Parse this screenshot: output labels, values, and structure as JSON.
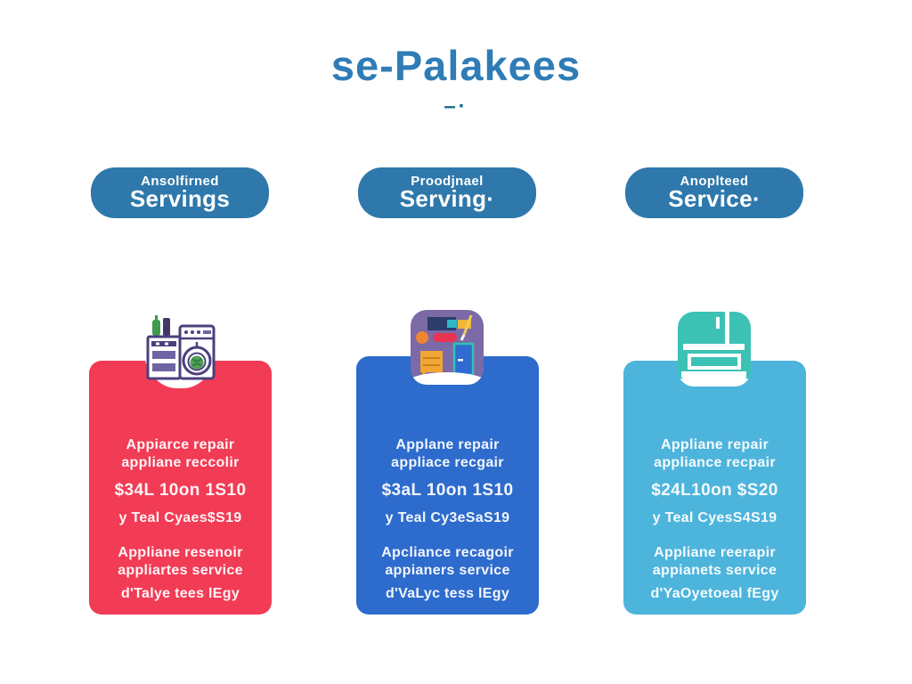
{
  "page": {
    "title": "se-Palakees",
    "divider": "–·"
  },
  "colors": {
    "title_text": "#2f7cb6",
    "divider_mark": "#1e6b90",
    "pill_bg": "#2e78ab",
    "pill_text": "#ffffff",
    "card_red": "#f23b55",
    "card_blue": "#2d6bcd",
    "card_lightblue": "#4db4dc",
    "icon_tile_purple": "#7b6aa5",
    "icon_tile_teal": "#3cc2b5",
    "icon_drawing_purple": "#4b3f7d"
  },
  "headers": [
    {
      "line1": "Ansolfirned",
      "line2": "Servings"
    },
    {
      "line1": "Proodjnael",
      "line2": "Serving·"
    },
    {
      "line1": "Anoplteed",
      "line2": "Service·"
    }
  ],
  "cards": [
    {
      "bg": "#f23b55",
      "icon": "stove-washer-appliances-icon",
      "line1": "Appiarce repair",
      "line2": "appliane reccolir",
      "price": "$34L 10on 1S10",
      "subprice": "y Teal Cyaes$S19",
      "line3": "Appliane resenoir",
      "line4": "appliartes service",
      "footer": "d'Talye tees lEgy"
    },
    {
      "bg": "#2d6bcd",
      "icon": "furniture-room-icon",
      "line1": "Applane repair",
      "line2": "appliace recgair",
      "price": "$3aL 10on 1S10",
      "subprice": "y Teal Cy3eSaS19",
      "line3": "Apcliance recagoir",
      "line4": "appianers service",
      "footer": "d'VaLyc tess lEgy"
    },
    {
      "bg": "#4db4dc",
      "icon": "press-appliance-icon",
      "line1": "Appliane repair",
      "line2": "appliance recpair",
      "price": "$24L10on $S20",
      "subprice": "y Teal CyesS4S19",
      "line3": "Appliane reerapir",
      "line4": "appianets service",
      "footer": "d'YaOyetoeal fEgy"
    }
  ]
}
